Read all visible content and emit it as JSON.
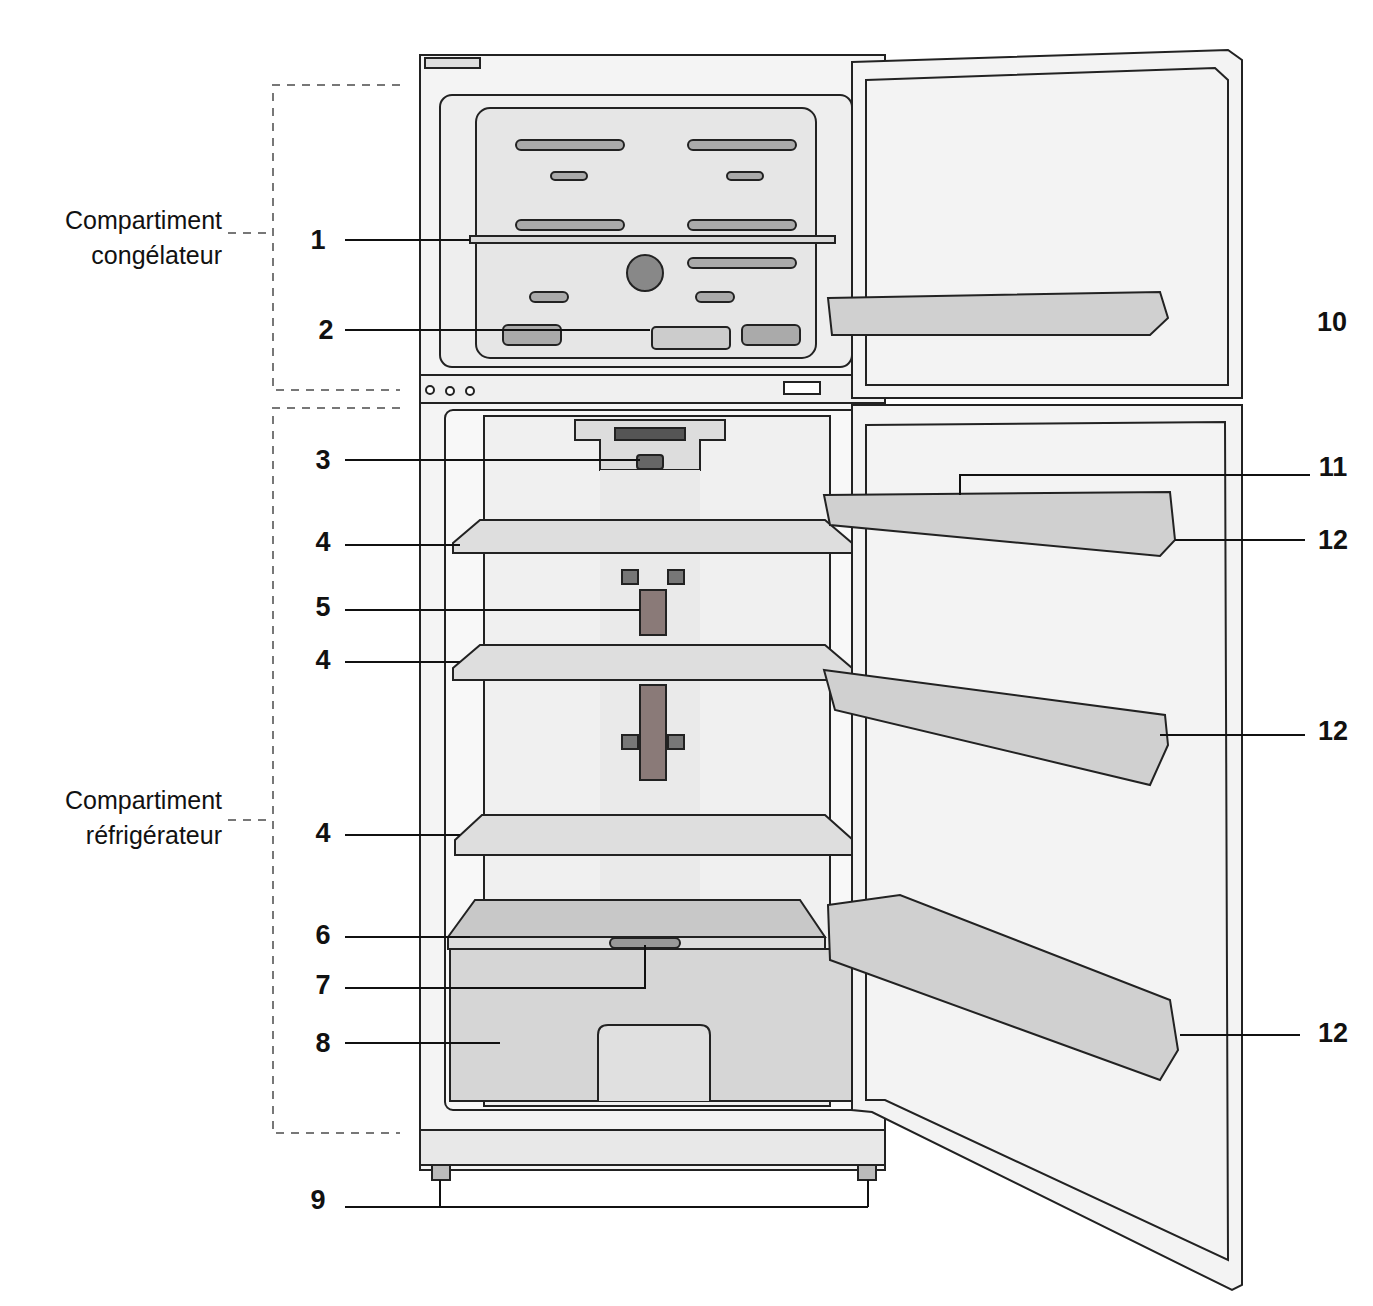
{
  "diagram": {
    "labels": [
      "Compartiment congélateur",
      "1",
      "2",
      "10",
      "3",
      "11",
      "12",
      "4",
      "5",
      "4",
      "12",
      "Compartiment réfrigérateur",
      "4",
      "6",
      "7",
      "8",
      "12",
      "9"
    ]
  }
}
